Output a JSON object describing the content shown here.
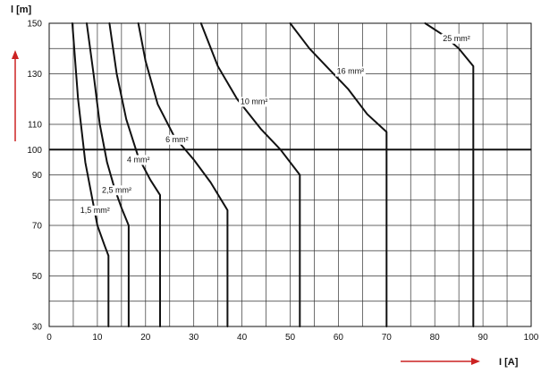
{
  "chart_data": {
    "type": "line",
    "ylabel": "l [m]",
    "xlabel": "I [A]",
    "xlim": [
      0,
      100
    ],
    "ylim": [
      30,
      150
    ],
    "x_ticks": [
      0,
      10,
      20,
      30,
      40,
      50,
      60,
      70,
      80,
      90,
      100
    ],
    "y_ticks": [
      30,
      50,
      70,
      90,
      100,
      110,
      130,
      150
    ],
    "grid": true,
    "reference_line_y": 100,
    "series": [
      {
        "name": "1,5 mm²",
        "points": [
          [
            4.8,
            150
          ],
          [
            6.0,
            120
          ],
          [
            7.5,
            95
          ],
          [
            9.0,
            80
          ],
          [
            10.0,
            70
          ],
          [
            11.5,
            62
          ],
          [
            12.3,
            58
          ],
          [
            12.3,
            30
          ]
        ]
      },
      {
        "name": "2,5 mm²",
        "points": [
          [
            7.8,
            150
          ],
          [
            9.2,
            130
          ],
          [
            10.5,
            110
          ],
          [
            12.0,
            95
          ],
          [
            13.5,
            85
          ],
          [
            15.0,
            77
          ],
          [
            16.5,
            70
          ],
          [
            16.5,
            30
          ]
        ]
      },
      {
        "name": "4 mm²",
        "points": [
          [
            12.5,
            150
          ],
          [
            14.0,
            130
          ],
          [
            16.0,
            112
          ],
          [
            18.5,
            97
          ],
          [
            21.0,
            88
          ],
          [
            23.0,
            82
          ],
          [
            23.0,
            30
          ]
        ]
      },
      {
        "name": "6 mm²",
        "points": [
          [
            18.5,
            150
          ],
          [
            20.0,
            135
          ],
          [
            22.5,
            118
          ],
          [
            26.0,
            105
          ],
          [
            30.0,
            96
          ],
          [
            33.5,
            87
          ],
          [
            37.0,
            76
          ],
          [
            37.0,
            30
          ]
        ]
      },
      {
        "name": "10 mm²",
        "points": [
          [
            31.5,
            150
          ],
          [
            35.0,
            133
          ],
          [
            39.0,
            120
          ],
          [
            44.0,
            108
          ],
          [
            48.0,
            100
          ],
          [
            52.0,
            90
          ],
          [
            52.0,
            30
          ]
        ]
      },
      {
        "name": "16 mm²",
        "points": [
          [
            50.0,
            150
          ],
          [
            54.0,
            140
          ],
          [
            58.0,
            132
          ],
          [
            62.0,
            124
          ],
          [
            66.0,
            114
          ],
          [
            70.0,
            107
          ],
          [
            70.0,
            30
          ]
        ]
      },
      {
        "name": "25 mm²",
        "points": [
          [
            78.0,
            150
          ],
          [
            82.0,
            145
          ],
          [
            85.0,
            140
          ],
          [
            88.0,
            133
          ],
          [
            88.0,
            30
          ]
        ]
      }
    ],
    "series_labels": [
      "1,5 mm²",
      "2,5 mm²",
      "4 mm²",
      "6 mm²",
      "10 mm²",
      "16 mm²",
      "25 mm²"
    ]
  }
}
